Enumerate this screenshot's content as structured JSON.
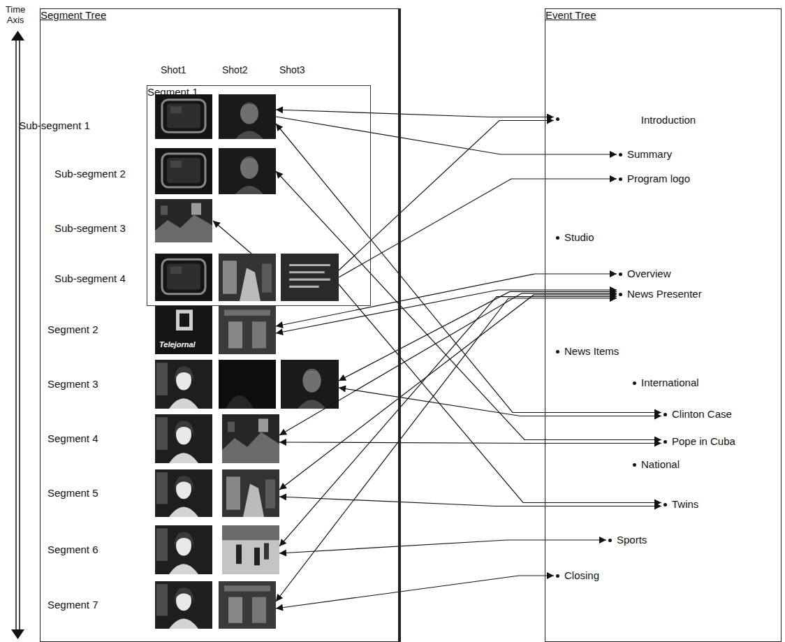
{
  "diagram": {
    "nodes": [
      {
        "text": [
          "Segment Tree"
        ]
      },
      {
        "text": [
          "Segment 1"
        ],
        "in": 0
      },
      {
        "text": [
          "Sub-segment 1"
        ],
        "in": 1
      },
      {
        "text": [
          "Sub-segment 2"
        ],
        "in": 1
      },
      {
        "text": [
          "Sub-segment 3"
        ],
        "in": 1
      },
      {
        "text": [
          "Sub-segment 4"
        ],
        "in": 1
      },
      {
        "text": [
          "Segment 2"
        ],
        "in": 0
      },
      {
        "text": [
          "Segment 3"
        ],
        "in": 0
      },
      {
        "text": [
          "Segment 4"
        ],
        "in": 0
      },
      {
        "text": [
          "Segment 5"
        ],
        "in": 0
      },
      {
        "text": [
          "Segment 6"
        ],
        "in": 0
      },
      {
        "text": [
          "Segment 7"
        ],
        "in": 0
      },
      {
        "text": [
          "Event Tree"
        ]
      },
      {
        "text": [
          "Introduction"
        ],
        "in": 12
      },
      {
        "text": [
          "Summary"
        ],
        "in": 12
      },
      {
        "text": [
          "Program logo"
        ],
        "in": 12
      },
      {
        "text": [
          "Studio"
        ],
        "in": 12
      },
      {
        "text": [
          "Overview"
        ],
        "in": 12
      },
      {
        "text": [
          "News Presenter"
        ],
        "in": 12
      },
      {
        "text": [
          "News Items"
        ],
        "in": 12
      },
      {
        "text": [
          "International"
        ],
        "in": 12
      },
      {
        "text": [
          "Clinton Case"
        ],
        "in": 12
      },
      {
        "text": [
          "Pope in Cuba"
        ],
        "in": 12
      },
      {
        "text": [
          "National"
        ],
        "in": 12
      },
      {
        "text": [
          "Twins"
        ],
        "in": 12
      },
      {
        "text": [
          "Sports"
        ],
        "in": 12
      },
      {
        "text": [
          "Closing"
        ],
        "in": 12
      }
    ],
    "edges": [
      {
        "from": 2,
        "to": 13,
        "arrow": "both"
      },
      {
        "from": 2,
        "to": 14,
        "arrow": "to"
      },
      {
        "from": 2,
        "to": 21,
        "arrow": "both"
      },
      {
        "from": 3,
        "to": 22,
        "arrow": "both"
      },
      {
        "from": 5,
        "to": 4,
        "arrow": "to"
      },
      {
        "from": 5,
        "to": 13,
        "arrow": "to"
      },
      {
        "from": 5,
        "to": 15,
        "arrow": "to"
      },
      {
        "from": 5,
        "to": 24,
        "arrow": "to"
      },
      {
        "from": 6,
        "to": 17,
        "arrow": "both"
      },
      {
        "from": 6,
        "to": 18,
        "arrow": "both"
      },
      {
        "from": 7,
        "to": 18,
        "arrow": "both"
      },
      {
        "from": 8,
        "to": 18,
        "arrow": "both"
      },
      {
        "from": 9,
        "to": 18,
        "arrow": "both"
      },
      {
        "from": 10,
        "to": 18,
        "arrow": "both"
      },
      {
        "from": 11,
        "to": 18,
        "arrow": "both"
      },
      {
        "from": 7,
        "to": 21,
        "arrow": "both"
      },
      {
        "from": 8,
        "to": 22,
        "arrow": "both"
      },
      {
        "from": 9,
        "to": 24,
        "arrow": "both"
      },
      {
        "from": 10,
        "to": 25,
        "arrow": "both"
      },
      {
        "from": 11,
        "to": 26,
        "arrow": "both"
      }
    ],
    "labels": [
      "Time Axis",
      "Shot1",
      "Shot2",
      "Shot3",
      "Telejornal"
    ]
  }
}
